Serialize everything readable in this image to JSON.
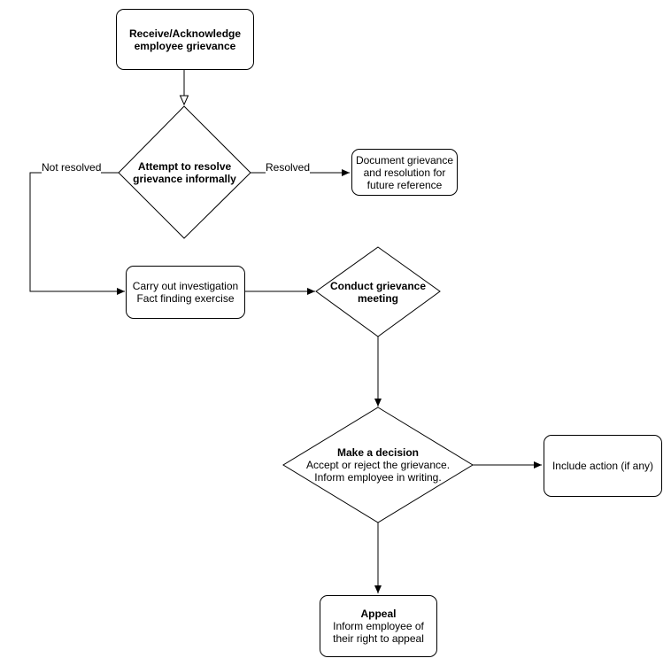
{
  "nodes": {
    "receive": {
      "line1": "Receive/Acknowledge",
      "line2": "employee grievance"
    },
    "attempt": {
      "line1": "Attempt to resolve",
      "line2": "grievance informally"
    },
    "document": {
      "line1": "Document grievance",
      "line2": "and resolution for",
      "line3": "future reference"
    },
    "investigate": {
      "line1": "Carry out investigation",
      "line2": "Fact finding exercise"
    },
    "meeting": {
      "line1": "Conduct grievance",
      "line2": "meeting"
    },
    "decision": {
      "title": "Make a decision",
      "line1": "Accept or reject the grievance.",
      "line2": "Inform employee in writing."
    },
    "include": {
      "label": "Include action (if any)"
    },
    "appeal": {
      "title": "Appeal",
      "line1": "Inform employee of",
      "line2": "their right to appeal"
    }
  },
  "edges": {
    "not_resolved": "Not resolved",
    "resolved": "Resolved"
  }
}
